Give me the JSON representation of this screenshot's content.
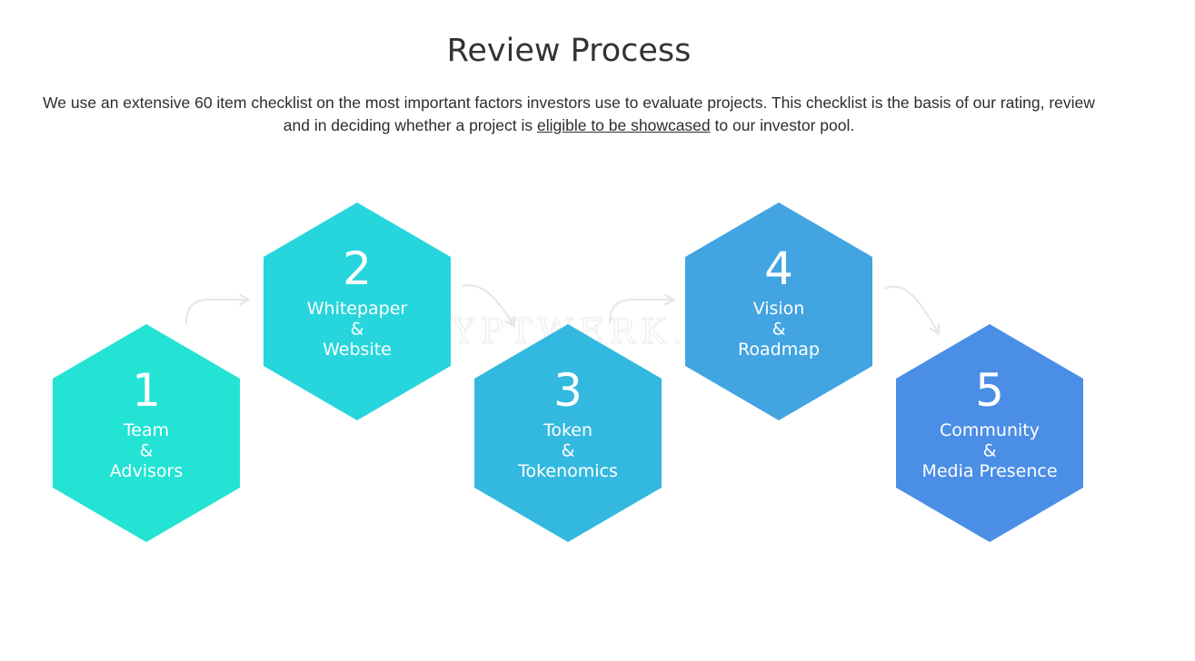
{
  "header": {
    "title": "Review Process"
  },
  "intro": {
    "text_before_link": "We use an extensive 60 item checklist on the most important factors investors use to evaluate projects. This checklist is the basis of our rating, review and in deciding whether a project is ",
    "link_text": "eligible to be showcased",
    "text_after_link": " to our investor pool."
  },
  "watermark": {
    "text": "CRYPTWERK.COM"
  },
  "steps": [
    {
      "number": "1",
      "lines": [
        "Team",
        "&",
        "Advisors"
      ],
      "color": "#22e3d4"
    },
    {
      "number": "2",
      "lines": [
        "Whitepaper",
        "&",
        "Website"
      ],
      "color": "#27d6dc"
    },
    {
      "number": "3",
      "lines": [
        "Token",
        "&",
        "Tokenomics"
      ],
      "color": "#33b9df"
    },
    {
      "number": "4",
      "lines": [
        "Vision",
        "&",
        "Roadmap"
      ],
      "color": "#42a4e1"
    },
    {
      "number": "5",
      "lines": [
        "Community",
        "&",
        "Media Presence"
      ],
      "color": "#4b8ee6"
    }
  ],
  "connector_color": "#e3e6ea"
}
